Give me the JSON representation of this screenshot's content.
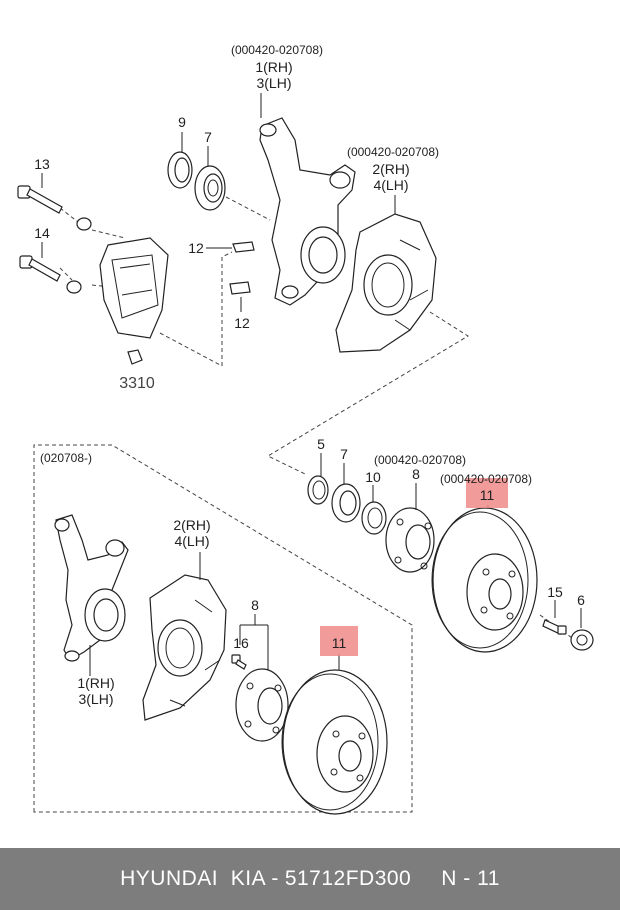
{
  "labels": {
    "date_top": "(000420-020708)",
    "knuckle_top_rh": "1(RH)",
    "knuckle_top_lh": "3(LH)",
    "seal_9": "9",
    "bearing_7_top": "7",
    "bolt_13": "13",
    "bolt_14": "14",
    "clip_12a": "12",
    "clip_12b": "12",
    "caliper": "3310",
    "date_shield_top": "(000420-020708)",
    "shield_top_rh": "2(RH)",
    "shield_top_lh": "4(LH)",
    "date_lower_box": "(020708-)",
    "seal_5": "5",
    "bearing_7_mid": "7",
    "date_mid_group": "(000420-020708)",
    "seal_10": "10",
    "hub_8_right": "8",
    "date_disc_right": "(000420-020708)",
    "disc_11_right": "11",
    "bolt_15": "15",
    "nut_6": "6",
    "shield_lower_rh": "2(RH)",
    "shield_lower_lh": "4(LH)",
    "hub_8_lower": "8",
    "bolt_16": "16",
    "disc_11_lower": "11",
    "knuckle_lower_rh": "1(RH)",
    "knuckle_lower_lh": "3(LH)"
  },
  "highlight_color": "#f08a8a",
  "footer": {
    "brand": "HYUNDAI  KIA -",
    "part_number": "51712FD300",
    "ref": "N - 11"
  }
}
